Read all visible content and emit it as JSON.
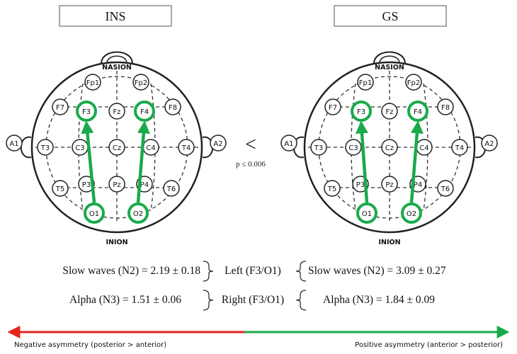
{
  "panels": [
    {
      "title": "INS"
    },
    {
      "title": "GS"
    }
  ],
  "head": {
    "nasion": "NASION",
    "inion": "INION",
    "electrodes": {
      "fp1": "Fp1",
      "fp2": "Fp2",
      "f7": "F7",
      "f3": "F3",
      "fz": "Fz",
      "f4": "F4",
      "f8": "F8",
      "a1": "A1",
      "t3": "T3",
      "c3": "C3",
      "cz": "Cz",
      "c4": "C4",
      "t4": "T4",
      "a2": "A2",
      "t5": "T5",
      "p3": "P3",
      "pz": "Pz",
      "p4": "P4",
      "t6": "T6",
      "o1": "O1",
      "o2": "O2"
    }
  },
  "comparison": {
    "symbol": "<",
    "pvalue": "p ≤ 0.006"
  },
  "stats": {
    "ins_slow": "Slow waves (N2) = 2.19 ± 0.18",
    "ins_alpha": "Alpha (N3) = 1.51 ± 0.06",
    "left_label": "Left (F3/O1)",
    "right_label": "Right (F3/O1)",
    "gs_slow": "Slow waves (N2) = 3.09 ± 0.27",
    "gs_alpha": "Alpha (N3) = 1.84 ± 0.09"
  },
  "axis": {
    "negative": "Negative asymmetry (posterior > anterior)",
    "positive": "Positive asymmetry (anterior > posterior)"
  },
  "colors": {
    "arrow_green": "#1aaa4a",
    "neg_red": "#e8231f",
    "pos_green": "#1aaa4a"
  }
}
